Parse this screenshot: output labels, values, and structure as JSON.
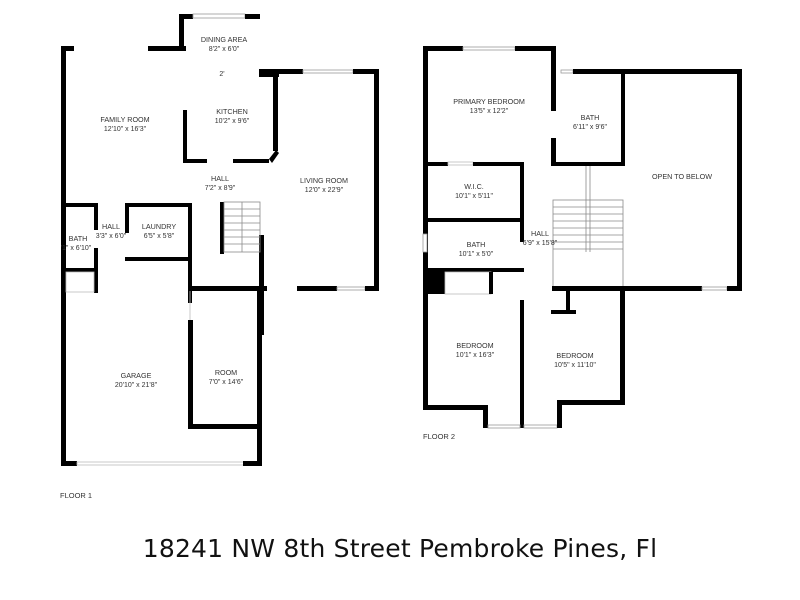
{
  "title": "18241 NW 8th Street Pembroke Pines, Fl",
  "floors": [
    {
      "label": "FLOOR 1",
      "rooms": [
        {
          "name": "DINING AREA",
          "dims": "8'2\" x 6'0\""
        },
        {
          "name": "FAMILY ROOM",
          "dims": "12'10\" x 16'3\""
        },
        {
          "name": "KITCHEN",
          "dims": "10'2\" x 9'6\""
        },
        {
          "name": "HALL",
          "dims": "7'2\" x 8'9\""
        },
        {
          "name": "LIVING ROOM",
          "dims": "12'0\" x 22'9\""
        },
        {
          "name": "BATH",
          "dims": "'1\" x 6'10\""
        },
        {
          "name": "HALL",
          "dims": "3'3\" x 6'0\""
        },
        {
          "name": "LAUNDRY",
          "dims": "6'5\" x 5'8\""
        },
        {
          "name": "GARAGE",
          "dims": "20'10\" x 21'8\""
        },
        {
          "name": "ROOM",
          "dims": "7'0\" x 14'6\""
        }
      ],
      "annotations": [
        "2'"
      ]
    },
    {
      "label": "FLOOR 2",
      "rooms": [
        {
          "name": "PRIMARY BEDROOM",
          "dims": "13'5\" x 12'2\""
        },
        {
          "name": "BATH",
          "dims": "6'11\" x 9'6\""
        },
        {
          "name": "OPEN TO BELOW",
          "dims": ""
        },
        {
          "name": "W.I.C.",
          "dims": "10'1\" x 5'11\""
        },
        {
          "name": "HALL",
          "dims": "6'9\" x 15'8\""
        },
        {
          "name": "BATH",
          "dims": "10'1\" x 5'0\""
        },
        {
          "name": "BEDROOM",
          "dims": "10'1\" x 16'3\""
        },
        {
          "name": "BEDROOM",
          "dims": "10'5\" x 11'10\""
        }
      ]
    }
  ]
}
